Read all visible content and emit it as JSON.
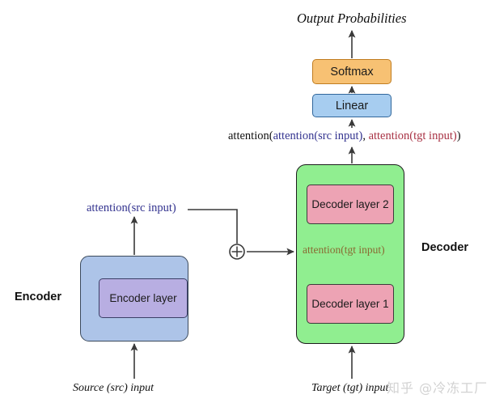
{
  "diagram": {
    "title": "Output Probabilities",
    "formula": {
      "prefix": "attention(",
      "src_part": "attention(src input)",
      "separator": ", ",
      "tgt_part": "attention(tgt input)",
      "suffix": ")"
    },
    "nodes": {
      "softmax": {
        "label": "Softmax",
        "color": "#f7c173",
        "border": "#c07d21"
      },
      "linear": {
        "label": "Linear",
        "color": "#a7cdf0",
        "border": "#31679c"
      },
      "decoder_layer_2": {
        "label": "Decoder layer 2",
        "color": "#eda3b4",
        "border": "#3b3b3b"
      },
      "decoder_layer_1": {
        "label": "Decoder layer 1",
        "color": "#eda3b4",
        "border": "#3b3b3b"
      },
      "encoder_layer": {
        "label": "Encoder layer",
        "color": "#b8aee2",
        "border": "#3b3f66"
      },
      "decoder_container": {
        "label": "Decoder",
        "color": "#90ee90",
        "border": "#1c1c1c"
      },
      "encoder_container": {
        "label": "Encoder",
        "color": "#adc4e8",
        "border": "#3b4a5c"
      }
    },
    "labels": {
      "encoder": "Encoder",
      "decoder": "Decoder",
      "attention_src": "attention(src input)",
      "attention_src_color": "#33338f",
      "attention_tgt": "attention(tgt input)",
      "attention_tgt_color": "#8a6a33",
      "source_input": "Source (src) input",
      "target_input": "Target (tgt) input",
      "add_operator": "+"
    },
    "watermark": "知乎 @冷冻工厂"
  }
}
